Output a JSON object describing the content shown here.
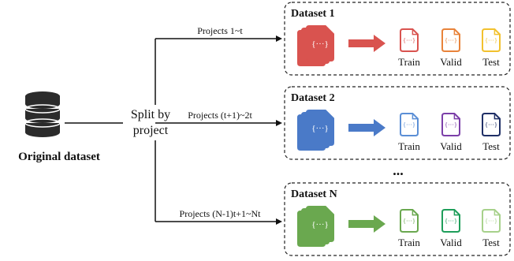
{
  "source": {
    "label": "Original dataset"
  },
  "splitter": {
    "line1": "Split by",
    "line2": "project"
  },
  "ellipsis": "...",
  "split_labels": [
    "Train",
    "Valid",
    "Test"
  ],
  "datasets": [
    {
      "title": "Dataset 1",
      "branch_label": "Projects 1~t",
      "stack_color": "#d9534f",
      "arrow_color": "#d9534f",
      "split_colors": [
        "#d9534f",
        "#e8833a",
        "#f2c12e"
      ]
    },
    {
      "title": "Dataset 2",
      "branch_label": "Projects (t+1)~2t",
      "stack_color": "#4a7ac8",
      "arrow_color": "#4a7ac8",
      "split_colors": [
        "#5b8fd6",
        "#7b3fa8",
        "#1f2f66"
      ]
    },
    {
      "title": "Dataset N",
      "branch_label": "Projects (N-1)t+1~Nt",
      "stack_color": "#6aa84f",
      "arrow_color": "#6aa84f",
      "split_colors": [
        "#6aa84f",
        "#1e9e5a",
        "#a7d18b"
      ]
    }
  ],
  "doc_glyph": "{···}"
}
